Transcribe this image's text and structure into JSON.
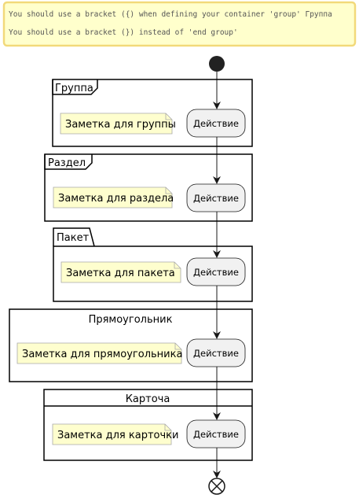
{
  "warning": {
    "line1": "You should use a bracket ({) when defining your container 'group' Группа",
    "line2": "You should use a bracket (}) instead of 'end group'"
  },
  "containers": [
    {
      "kind": "group",
      "title": "Группа",
      "note": "Заметка для группы",
      "action": "Действие"
    },
    {
      "kind": "partition",
      "title": "Раздел",
      "note": "Заметка для раздела",
      "action": "Действие"
    },
    {
      "kind": "package",
      "title": "Пакет",
      "note": "Заметка для пакета",
      "action": "Действие"
    },
    {
      "kind": "rectangle",
      "title": "Прямоугольник",
      "note": "Заметка для прямоугольника",
      "action": "Действие"
    },
    {
      "kind": "card",
      "title": "Карточа",
      "note": "Заметка для карточки",
      "action": "Действие"
    }
  ],
  "colors": {
    "warning_bg": "#ffffcc",
    "warning_border": "#f2d97a",
    "note_bg": "#fefece",
    "action_bg": "#f1f1f1",
    "line": "#181818"
  }
}
